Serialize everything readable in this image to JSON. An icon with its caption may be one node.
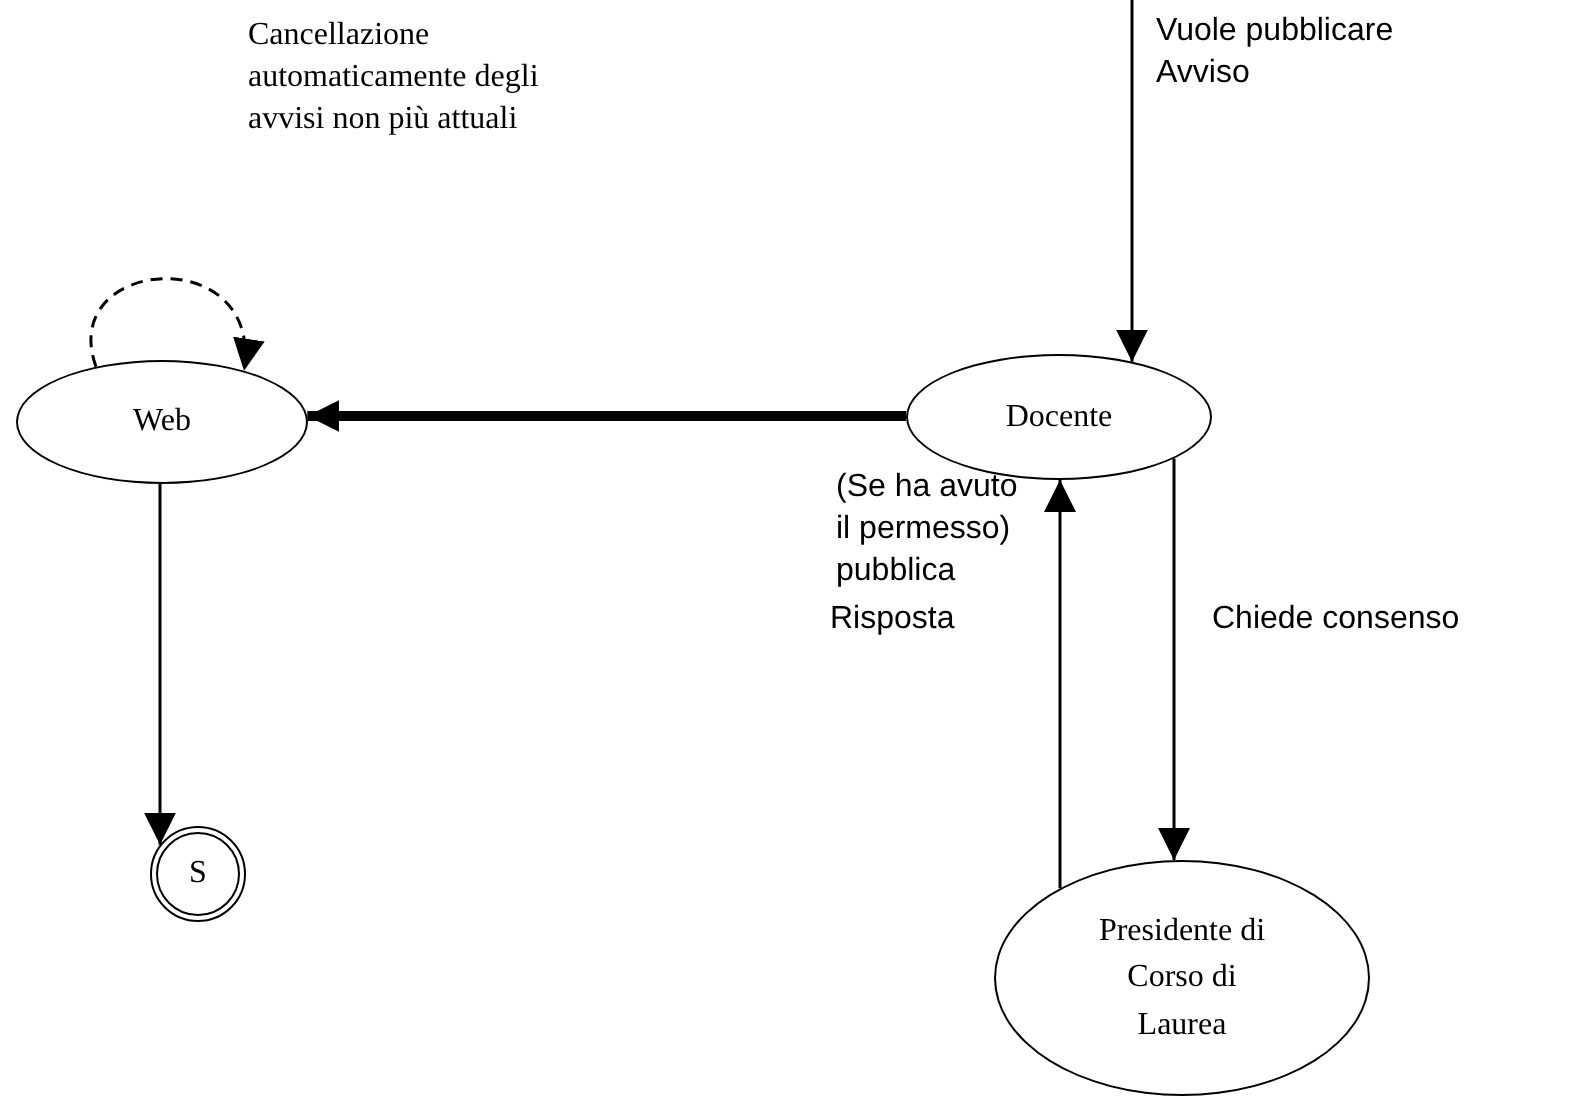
{
  "diagram": {
    "nodes": [
      {
        "text": [
          "Web"
        ]
      },
      {
        "text": [
          "Docente"
        ]
      },
      {
        "text": [
          "Presidente di Corso di Laurea"
        ]
      },
      {
        "text": [
          "S"
        ]
      }
    ],
    "edges": [
      {
        "from": null,
        "to": 1,
        "arrow": "to",
        "label": "Vuole pubblicare Avviso"
      },
      {
        "from": 1,
        "to": 0,
        "arrow": "to",
        "style": "thick",
        "label": "(Se ha avuto il permesso) pubblica"
      },
      {
        "from": 0,
        "to": 0,
        "arrow": "to",
        "style": "dashed",
        "label": "Cancellazione automaticamente degli avvisi non più attuali"
      },
      {
        "from": 1,
        "to": 2,
        "arrow": "to",
        "label": "Chiede consenso"
      },
      {
        "from": 2,
        "to": 1,
        "arrow": "to",
        "label": "Risposta"
      },
      {
        "from": 0,
        "to": 3,
        "arrow": "to"
      }
    ]
  }
}
